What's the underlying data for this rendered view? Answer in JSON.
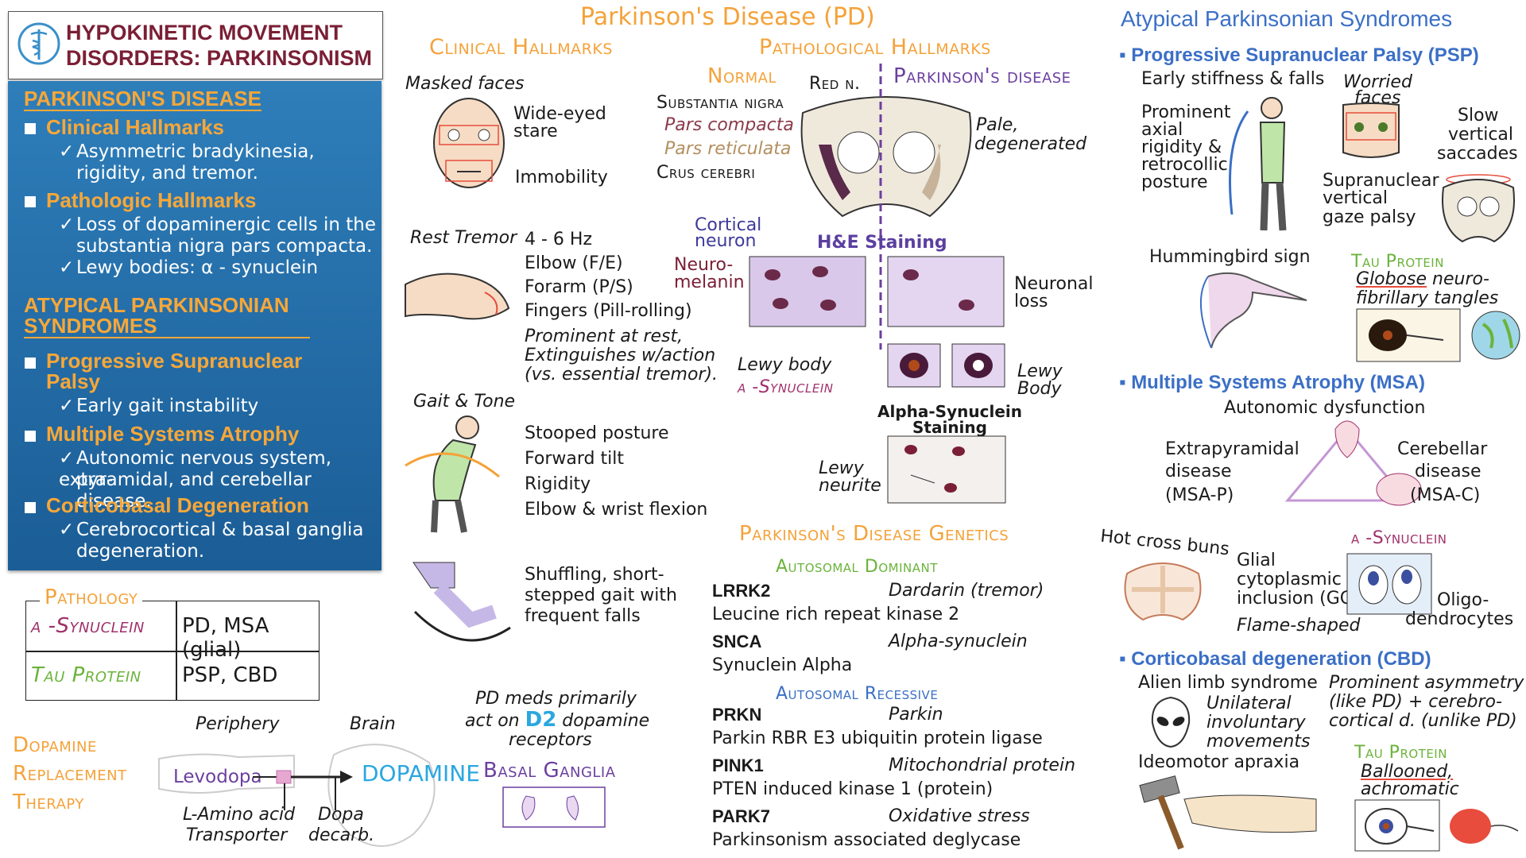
{
  "title_box": {
    "line1": "HYPOKINETIC MOVEMENT",
    "line2": "DISORDERS: PARKINSONISM"
  },
  "summary": {
    "pd_header": "PARKINSON'S DISEASE",
    "clinical": "Clinical Hallmarks",
    "clinical_check1a": "Asymmetric bradykinesia,",
    "clinical_check1b": "rigidity, and tremor.",
    "pathologic": "Pathologic Hallmarks",
    "path_check1a": "Loss of dopaminergic cells in the",
    "path_check1b": "substantia nigra pars compacta.",
    "path_check2": "Lewy bodies: α - synuclein",
    "aps_header_1": "ATYPICAL PARKINSONIAN",
    "aps_header_2": "SYNDROMES",
    "psp_1": "Progressive Supranuclear",
    "psp_2": "Palsy",
    "psp_check": "Early gait instability",
    "msa": "Multiple Systems Atrophy",
    "msa_check_a": "Autonomic nervous system, extra-",
    "msa_check_b": "pyramidal, and cerebellar disease.",
    "cbd": "Corticobasal Degeneration",
    "cbd_check_a": "Cerebrocortical & basal ganglia",
    "cbd_check_b": "degeneration.",
    "check_mark": "✓"
  },
  "pathology_table": {
    "title": "Pathology",
    "rows": [
      {
        "protein": "α -Synuclein",
        "disease": "PD,  MSA (glial)"
      },
      {
        "protein": "Tau Protein",
        "disease": "PSP, CBD"
      }
    ]
  },
  "dopamine_therapy": {
    "title_1": "Dopamine",
    "title_2": "Replacement",
    "title_3": "Therapy",
    "periphery": "Periphery",
    "brain": "Brain",
    "levodopa": "Levodopa",
    "dopamine": "DOPAMINE",
    "transporter_1": "L-Amino acid",
    "transporter_2": "Transporter",
    "decarb_1": "Dopa",
    "decarb_2": "decarb.",
    "meds_1": "PD meds primarily",
    "meds_2a": "act on",
    "meds_d2": "D2",
    "meds_2b": "dopamine",
    "meds_3": "receptors",
    "basal_ganglia": "Basal Ganglia"
  },
  "main_title": "Parkinson's Disease (PD)",
  "clinical_hallmarks": {
    "title": "Clinical Hallmarks",
    "masked_faces": "Masked faces",
    "wide_eyed_1": "Wide-eyed",
    "wide_eyed_2": "stare",
    "immobility": "Immobility",
    "rest_tremor": "Rest Tremor",
    "hz": "4 - 6 Hz",
    "elbow": "Elbow (F/E)",
    "forarm": "Forarm (P/S)",
    "fingers": "Fingers (Pill-rolling)",
    "prominent_1": "Prominent at rest,",
    "prominent_2": "Extinguishes w/action",
    "prominent_3": "(vs. essential tremor).",
    "gait_tone": "Gait & Tone",
    "stooped": "Stooped posture",
    "forward": "Forward tilt",
    "rigidity": "Rigidity",
    "elbow_wrist": "Elbow & wrist flexion",
    "shuffling_1": "Shuffling, short-",
    "shuffling_2": "stepped gait with",
    "shuffling_3": "frequent falls"
  },
  "pathological_hallmarks": {
    "title": "Pathological Hallmarks",
    "normal": "Normal",
    "pd": "Parkinson's disease",
    "red_n": "Red n.",
    "substantia_nigra": "Substantia nigra",
    "pars_compacta": "Pars compacta",
    "pars_reticulata": "Pars reticulata",
    "crus_cerebri": "Crus cerebri",
    "pale_1": "Pale,",
    "pale_2": "degenerated",
    "cortical_1": "Cortical",
    "cortical_2": "neuron",
    "he_staining": "H&E Staining",
    "neuromelanin_1": "Neuro-",
    "neuromelanin_2": "melanin",
    "neuronal_loss_1": "Neuronal",
    "neuronal_loss_2": "loss",
    "lewy_body_label": "Lewy body",
    "alpha_syn": "α -Synuclein",
    "lewy_body_right_1": "Lewy",
    "lewy_body_right_2": "Body",
    "as_staining_1": "Alpha-Synuclein",
    "as_staining_2": "Staining",
    "lewy_neurite_1": "Lewy",
    "lewy_neurite_2": "neurite"
  },
  "genetics": {
    "title": "Parkinson's Disease Genetics",
    "ad": "Autosomal Dominant",
    "ar": "Autosomal Recessive",
    "rows": [
      {
        "gene": "LRRK2",
        "protein": "Dardarin (tremor)",
        "full": "Leucine rich repeat kinase 2"
      },
      {
        "gene": "SNCA",
        "protein": "Alpha-synuclein",
        "full": "Synuclein Alpha"
      },
      {
        "gene": "PRKN",
        "protein": "Parkin",
        "full": "Parkin RBR E3 ubiquitin protein ligase"
      },
      {
        "gene": "PINK1",
        "protein": "Mitochondrial protein",
        "full": "PTEN induced kinase 1 (protein)"
      },
      {
        "gene": "PARK7",
        "protein": "Oxidative stress",
        "full": "Parkinsonism associated deglycase"
      }
    ]
  },
  "atypical": {
    "title": "Atypical Parkinsonian Syndromes",
    "bullet": "▪",
    "psp": {
      "title": "Progressive Supranuclear Palsy (PSP)",
      "early": "Early stiffness & falls",
      "worried_1": "Worried",
      "worried_2": "faces",
      "axial_1": "Prominent",
      "axial_2": "axial",
      "axial_3": "rigidity &",
      "axial_4": "retrocollic",
      "axial_5": "posture",
      "slow_1": "Slow",
      "slow_2": "vertical",
      "slow_3": "saccades",
      "supra_1": "Supranuclear",
      "supra_2": "vertical",
      "supra_3": "gaze palsy",
      "hummingbird": "Hummingbird sign",
      "tau": "Tau Protein",
      "globose_1": "Globose",
      "globose_1b": "neuro-",
      "globose_2": "fibrillary tangles"
    },
    "msa": {
      "title": "Multiple Systems Atrophy (MSA)",
      "autonomic": "Autonomic dysfunction",
      "extra_1": "Extrapyramidal",
      "extra_2": "disease",
      "extra_3": "(MSA-P)",
      "cereb_1": "Cerebellar",
      "cereb_2": "disease",
      "cereb_3": "(MSA-C)",
      "hot_cross": "Hot cross buns",
      "alpha_syn": "α -Synuclein",
      "gci_1": "Glial",
      "gci_2": "cytoplasmic",
      "gci_3": "inclusion (GCI)",
      "flame": "Flame-shaped",
      "oligo_1": "Oligo-",
      "oligo_2": "dendrocytes"
    },
    "cbd": {
      "title": "Corticobasal degeneration (CBD)",
      "alien": "Alien limb syndrome",
      "unilateral_1": "Unilateral",
      "unilateral_2": "involuntary",
      "unilateral_3": "movements",
      "ideomotor": "Ideomotor apraxia",
      "asym_1": "Prominent asymmetry",
      "asym_2": "(like PD) + cerebro-",
      "asym_3": "cortical d. (unlike PD)",
      "tau": "Tau Protein",
      "ballooned_1": "Ballooned,",
      "ballooned_2": "achromatic"
    }
  }
}
